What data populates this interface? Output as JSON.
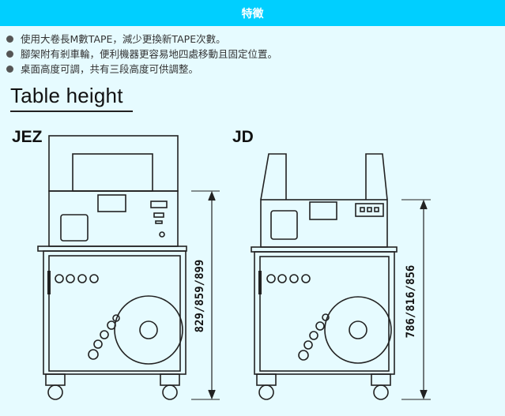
{
  "header": {
    "title": "特徵"
  },
  "features": [
    "使用大卷長M數TAPE，減少更換新TAPE次數。",
    "腳架附有剎車輪，便利機器更容易地四處移動且固定位置。",
    "桌面高度可調，共有三段高度可供調整。"
  ],
  "section": {
    "title": "Table height"
  },
  "machines": {
    "jez": {
      "label": "JEZ",
      "heights": "829/859/899"
    },
    "jd": {
      "label": "JD",
      "heights": "786/816/856"
    }
  },
  "colors": {
    "header_bg": "#00cfff",
    "page_bg": "#e6fbff",
    "line": "#222222"
  }
}
